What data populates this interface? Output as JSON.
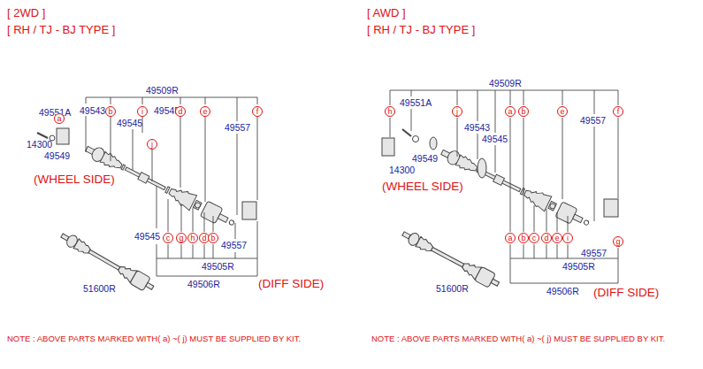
{
  "diagram": {
    "labels": [
      "[ 2WD ]",
      "[ RH / TJ - BJ TYPE ]",
      "49509R",
      "49551A",
      "49543",
      "b",
      "49545",
      "i",
      "49545",
      "d",
      "e",
      "49557",
      "f",
      "a",
      "14300",
      "49549",
      "j",
      "(WHEEL SIDE)",
      "49545",
      "c",
      "g",
      "h",
      "d",
      "b",
      "49557",
      "49505R",
      "49506R",
      "(DIFF SIDE)",
      "51600R",
      "NOTE : ABOVE PARTS MARKED WITH( a) ~( j) MUST BE SUPPLIED BY KIT.",
      "[ AWD ]",
      "[ RH / TJ - BJ TYPE ]",
      "49509R",
      "h",
      "49551A",
      "j",
      "49543",
      "49545",
      "a",
      "b",
      "e",
      "49557",
      "f",
      "14300",
      "49549",
      "(WHEEL SIDE)",
      "a",
      "b",
      "c",
      "d",
      "e",
      "i",
      "g",
      "49557",
      "49505R",
      "49506R",
      "(DIFF SIDE)",
      "51600R",
      "NOTE : ABOVE PARTS MARKED WITH( a) ~( j) MUST BE SUPPLIED BY KIT."
    ]
  }
}
